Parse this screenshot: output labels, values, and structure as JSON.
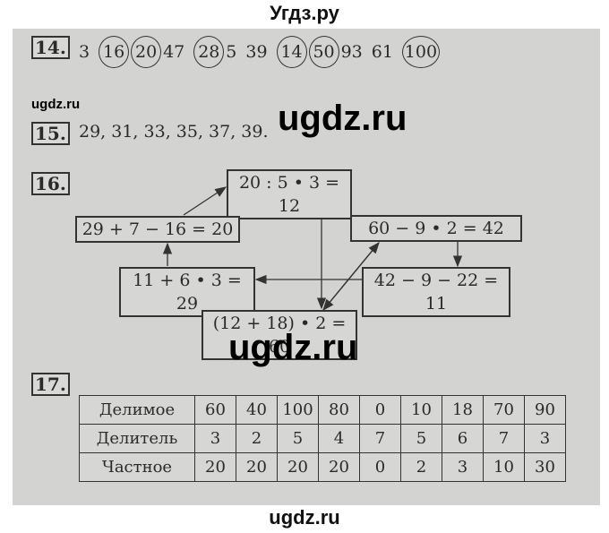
{
  "header": "Угдз.ру",
  "footer": "ugdz.ru",
  "watermarks": [
    "ugdz.ru",
    "ugdz.ru",
    "ugdz.ru"
  ],
  "task14": {
    "label": "14.",
    "items": [
      {
        "v": "3",
        "circled": false
      },
      {
        "v": "16",
        "circled": true
      },
      {
        "v": "20",
        "circled": true
      },
      {
        "v": "47",
        "circled": false
      },
      {
        "v": "28",
        "circled": true
      },
      {
        "v": "5",
        "circled": false
      },
      {
        "v": "39",
        "circled": false
      },
      {
        "v": "14",
        "circled": true
      },
      {
        "v": "50",
        "circled": true
      },
      {
        "v": "93",
        "circled": false
      },
      {
        "v": "61",
        "circled": false
      },
      {
        "v": "100",
        "circled": true
      }
    ]
  },
  "task15": {
    "label": "15.",
    "text": "29, 31, 33, 35, 37, 39."
  },
  "task16": {
    "label": "16.",
    "boxes": {
      "b1": "20 : 5 • 3 = 12",
      "b2": "29 + 7 − 16 = 20",
      "b3": "60 − 9 • 2 = 42",
      "b4": "11 + 6 • 3 = 29",
      "b5": "42 − 9 − 22 = 11",
      "b6": "(12 + 18) • 2 = 60"
    }
  },
  "task17": {
    "label": "17.",
    "rows": [
      {
        "h": "Делимое",
        "v": [
          "60",
          "40",
          "100",
          "80",
          "0",
          "10",
          "18",
          "70",
          "90"
        ]
      },
      {
        "h": "Делитель",
        "v": [
          "3",
          "2",
          "5",
          "4",
          "7",
          "5",
          "6",
          "7",
          "3"
        ]
      },
      {
        "h": "Частное",
        "v": [
          "20",
          "20",
          "20",
          "20",
          "0",
          "2",
          "3",
          "10",
          "30"
        ]
      }
    ]
  }
}
